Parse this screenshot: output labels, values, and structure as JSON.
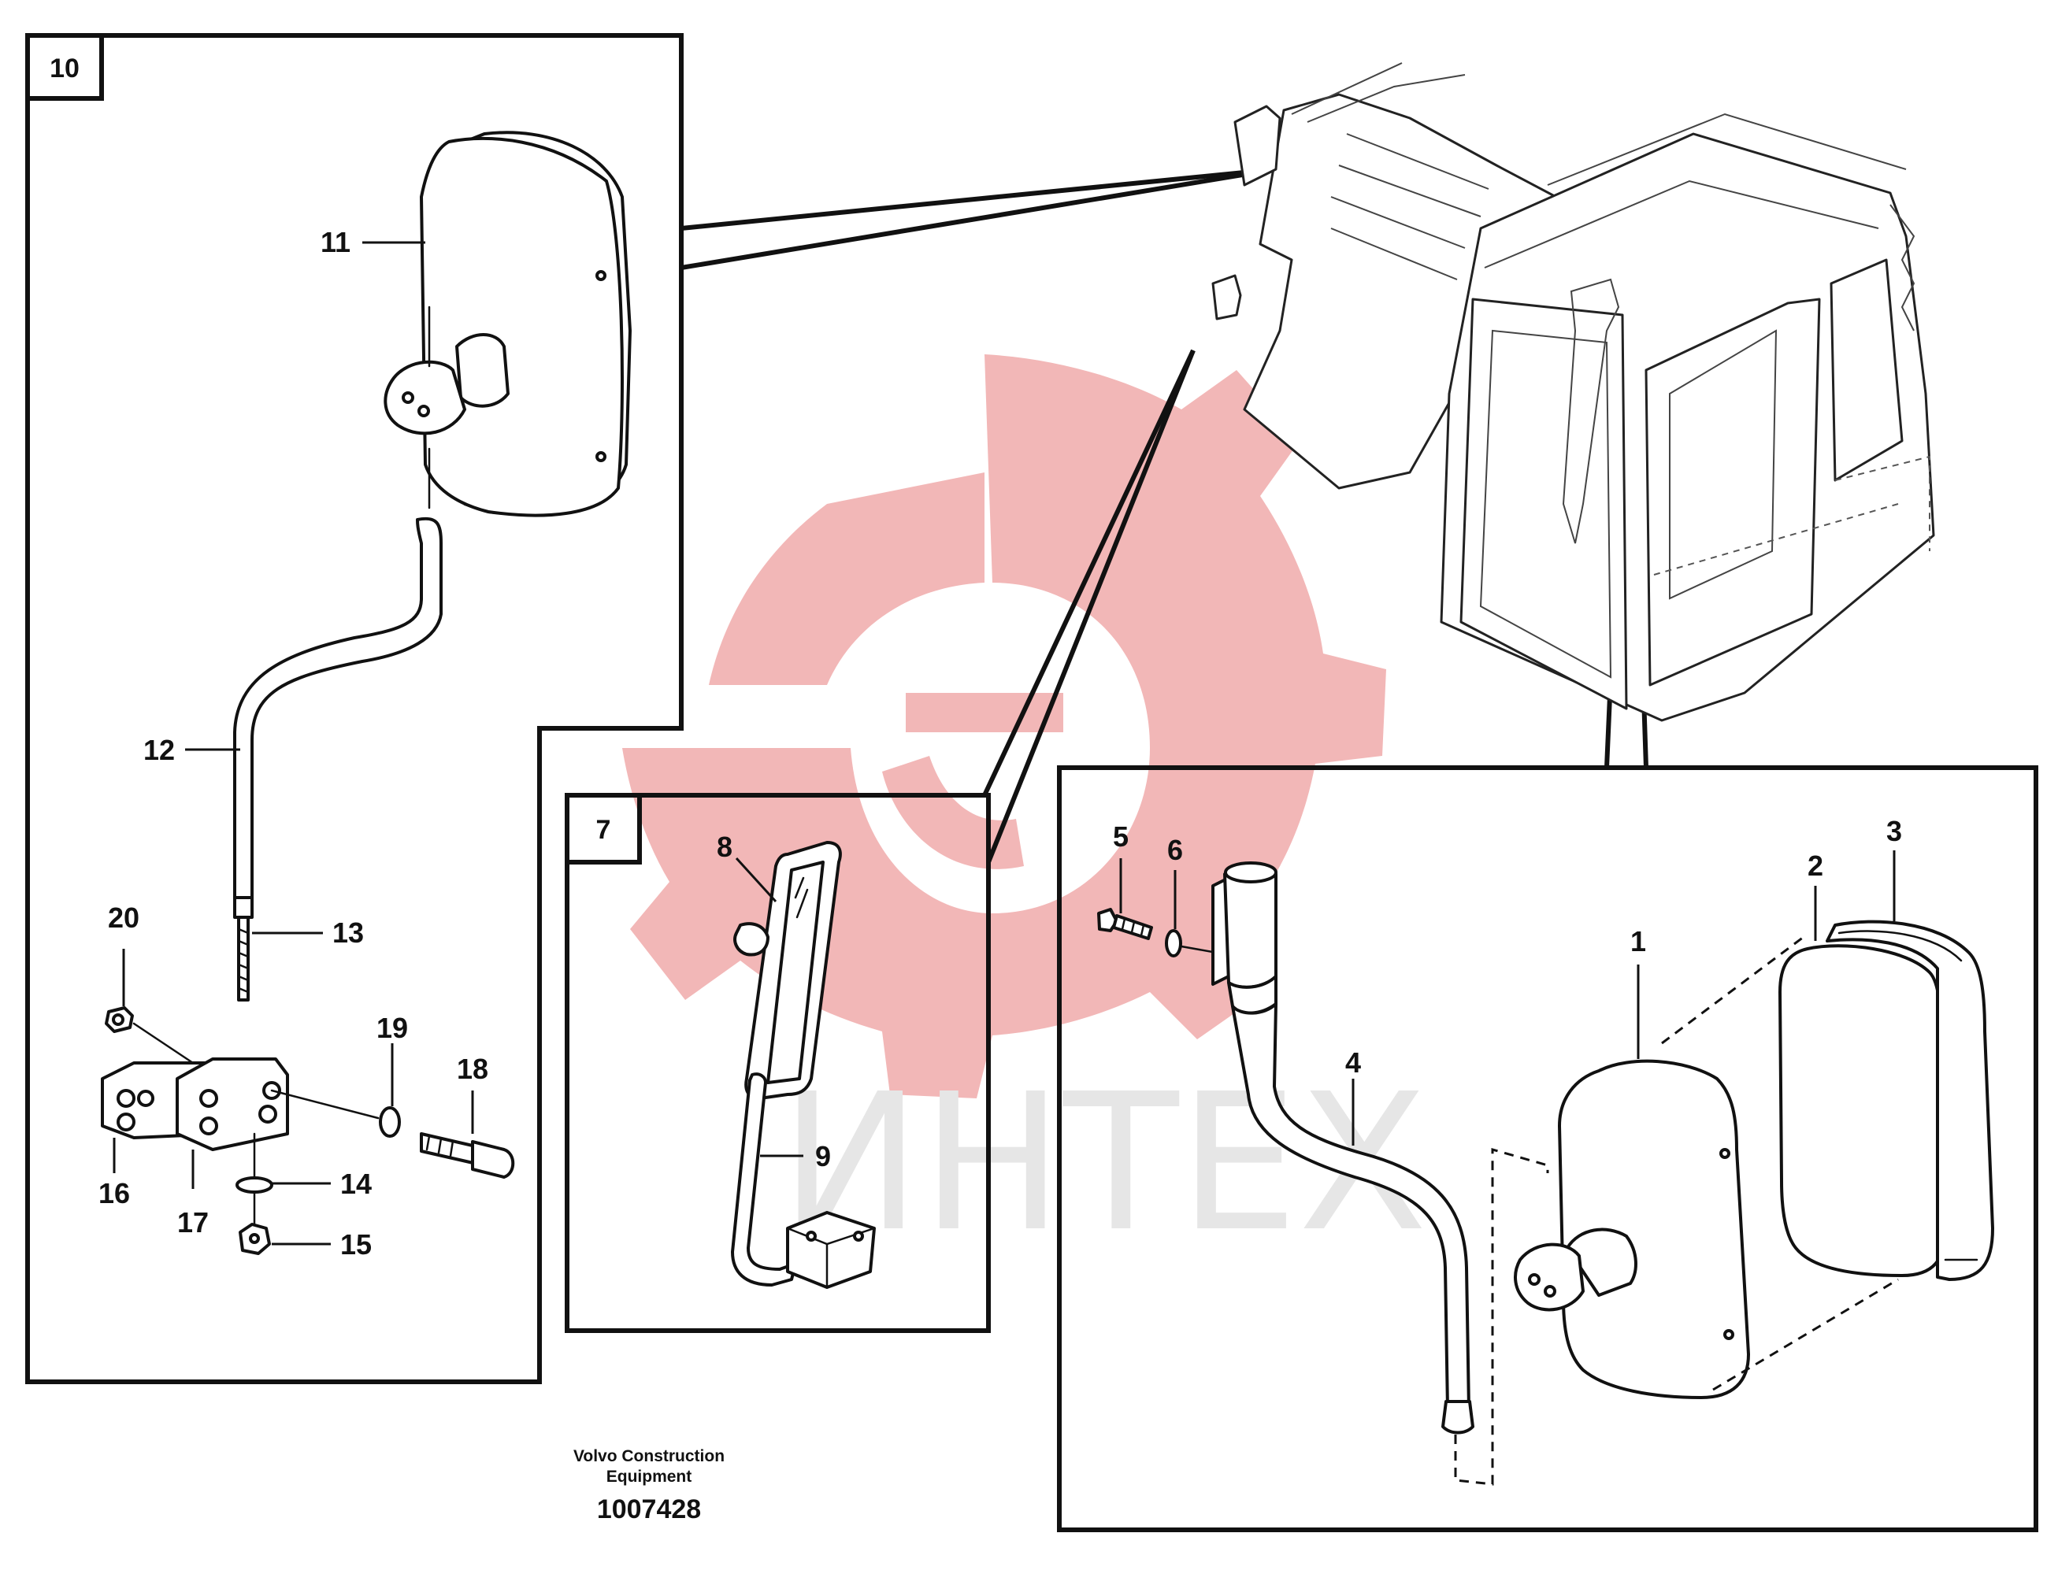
{
  "watermark": {
    "text": "ИНТЕХ",
    "logo_color": "#f2b7b7",
    "text_color": "#e6e6e6"
  },
  "views": {
    "detail_10": {
      "label": "10"
    },
    "detail_7": {
      "label": "7"
    }
  },
  "callouts": {
    "c1": "1",
    "c2": "2",
    "c3": "3",
    "c4": "4",
    "c5": "5",
    "c6": "6",
    "c7": "7",
    "c8": "8",
    "c9": "9",
    "c10": "10",
    "c11": "11",
    "c12": "12",
    "c13": "13",
    "c14": "14",
    "c15": "15",
    "c16": "16",
    "c17": "17",
    "c18": "18",
    "c19": "19",
    "c20": "20"
  },
  "footer": {
    "company_line1": "Volvo Construction",
    "company_line2": "Equipment",
    "drawing_number": "1007428"
  }
}
